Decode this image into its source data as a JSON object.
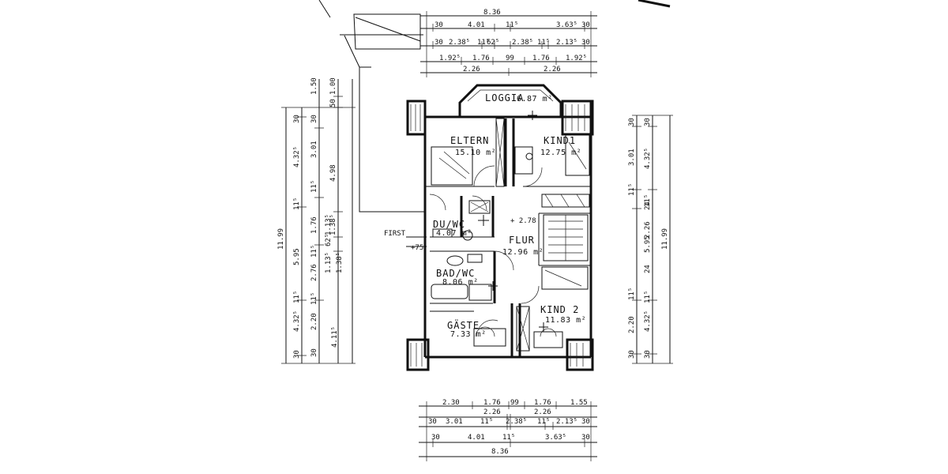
{
  "rooms": {
    "loggia": {
      "name": "LOGGIA",
      "area": "6.87 m²"
    },
    "eltern": {
      "name": "ELTERN",
      "area": "15.10 m²"
    },
    "kind1": {
      "name": "KIND1",
      "area": "12.75 m²"
    },
    "duwc": {
      "name": "DU/WC",
      "area": "4.07 m²"
    },
    "flur": {
      "name": "FLUR",
      "area": "12.96 m²"
    },
    "badwc": {
      "name": "BAD/WC",
      "area": "8.06 m²"
    },
    "kind2": {
      "name": "KIND 2",
      "area": "11.83 m²"
    },
    "gaeste": {
      "name": "GÄSTE",
      "area": "7.33 m²"
    }
  },
  "labels": {
    "first": "FIRST",
    "first_level": "+75",
    "floor_level": "+ 2.78"
  },
  "dims_top": {
    "row1": [
      "8.36"
    ],
    "row2": [
      "30",
      "4.01",
      "11⁵",
      "3.63⁵",
      "30"
    ],
    "row3": [
      "30",
      "2.38⁵",
      "11⁵",
      "62⁵",
      "2.38⁵",
      "11⁵",
      "2.13⁵",
      "30"
    ],
    "row4": [
      "1.92⁵",
      "1.76",
      "99",
      "1.76",
      "1.92⁵"
    ],
    "row5": [
      "2.26",
      "2.26"
    ]
  },
  "dims_bottom": {
    "row1": [
      "2.30",
      "1.76",
      "99",
      "1.76",
      "1.55"
    ],
    "row2": [
      "2.26",
      "2.26"
    ],
    "row3": [
      "30",
      "3.01",
      "11⁵",
      "2.38⁵",
      "11⁵",
      "2.13⁵",
      "30"
    ],
    "row4": [
      "30",
      "4.01",
      "11⁵",
      "3.63⁵",
      "30"
    ],
    "row5": [
      "8.36"
    ]
  },
  "dims_left": {
    "total": "11.99",
    "a": [
      "30",
      "4.32⁵",
      "11⁵",
      "5.95",
      "11⁵",
      "4.32⁵",
      "30"
    ],
    "b": [
      "30",
      "3.01",
      "11⁵",
      "1.76",
      "11⁵",
      "2.76",
      "11⁵",
      "2.20",
      "30"
    ],
    "c": [
      "1.50",
      "1.00",
      "50",
      "4.98",
      "1.38⁵",
      "1.13⁵",
      "62⁵",
      "1.13⁵",
      "1.38⁵",
      "4.11⁵"
    ]
  },
  "dims_right": {
    "total": "11.99",
    "a": [
      "30",
      "4.32⁵",
      "11⁵",
      "5.95",
      "11⁵",
      "4.32⁵",
      "30"
    ],
    "b": [
      "30",
      "3.01",
      "11⁵",
      "24",
      "2.26",
      "24",
      "11⁵",
      "2.20",
      "30"
    ]
  }
}
